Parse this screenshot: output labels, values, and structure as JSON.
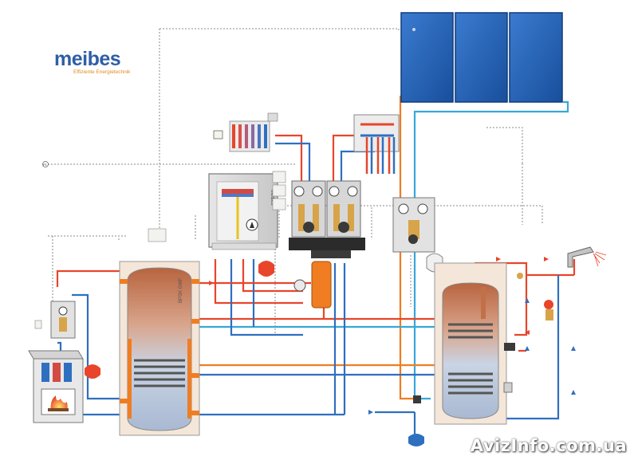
{
  "brand": {
    "logo_text": "meibes",
    "tagline": "Effiziente Energietechnik"
  },
  "labels": {
    "buffer_tank": "BPSK GWF",
    "wall_boiler": "Meibes",
    "sensor_marker": "P1"
  },
  "watermark": "AvizInfo.com.ua",
  "colors": {
    "hot_pipe": "#e8452b",
    "cold_pipe": "#2f6fc0",
    "solar_pipe": "#f07d21",
    "return_pipe": "#37a8d8",
    "control_line": "#7a7a7a",
    "collector": "#1f5fae",
    "tank_top": "#b5623f",
    "brand_blue": "#2f5ea6",
    "brand_orange": "#e08a1e"
  },
  "icons": [
    "solar-collector-icon",
    "radiator-icon",
    "underfloor-manifold-icon",
    "wall-boiler-icon",
    "pump-group-icon",
    "solar-station-icon",
    "buffer-tank-icon",
    "dhw-tank-icon",
    "wood-boiler-icon",
    "expansion-vessel-icon",
    "faucet-icon",
    "thermostat-icon",
    "shower-spray-icon"
  ]
}
